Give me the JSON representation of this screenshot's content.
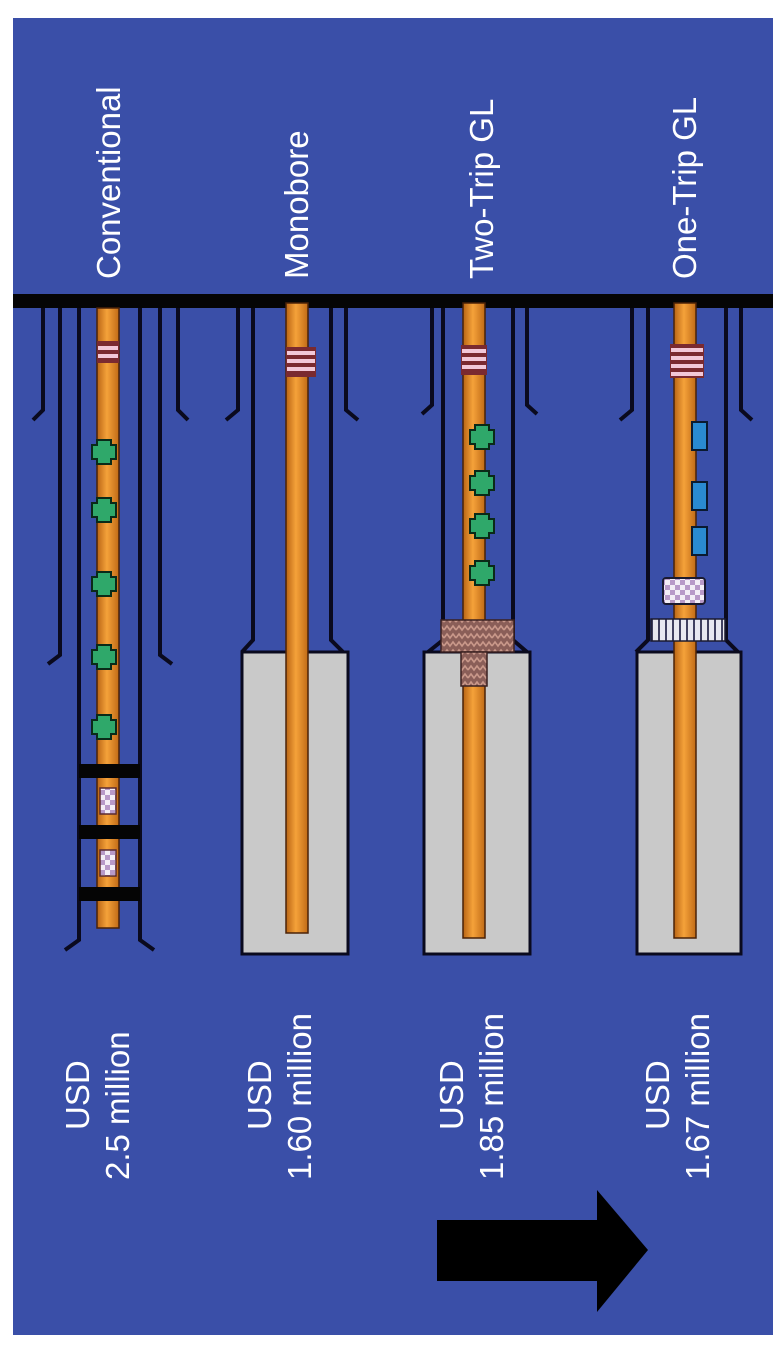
{
  "colors": {
    "background": "#3a4fa8",
    "tubing": "#e8922a",
    "tubing_edge": "#5a2a08",
    "casing": "#0a0a1e",
    "cement": "#c9c9c9",
    "valve": "#2fa86a",
    "gauge": "#2a8ad0",
    "packer_stripe": "#f2c8d8",
    "arrow": "#000000",
    "text": "#ffffff"
  },
  "wells": [
    {
      "title": "Conventional",
      "cost_currency": "USD",
      "cost_value": "2.5 million",
      "completion_type": "conventional",
      "gas_lift_valves": 5,
      "features": [
        "safety-valve",
        "gas-lift-valves",
        "packers",
        "sliding-sleeves",
        "multiple-casing-strings"
      ]
    },
    {
      "title": "Monobore",
      "cost_currency": "USD",
      "cost_value": "1.60 million",
      "completion_type": "monobore",
      "gas_lift_valves": 0,
      "features": [
        "safety-valve",
        "cemented-liner"
      ]
    },
    {
      "title": "Two-Trip GL",
      "cost_currency": "USD",
      "cost_value": "1.85 million",
      "completion_type": "two-trip-gas-lift",
      "gas_lift_valves": 4,
      "features": [
        "safety-valve",
        "gas-lift-valves",
        "liner-hanger-packer",
        "cemented-liner"
      ]
    },
    {
      "title": "One-Trip GL",
      "cost_currency": "USD",
      "cost_value": "1.67 million",
      "completion_type": "one-trip-gas-lift",
      "gas_lift_valves": 3,
      "features": [
        "safety-valve",
        "gauges",
        "packer",
        "seal-assembly",
        "cemented-liner"
      ]
    }
  ],
  "arrow": {
    "direction": "right",
    "meaning": "progression"
  }
}
